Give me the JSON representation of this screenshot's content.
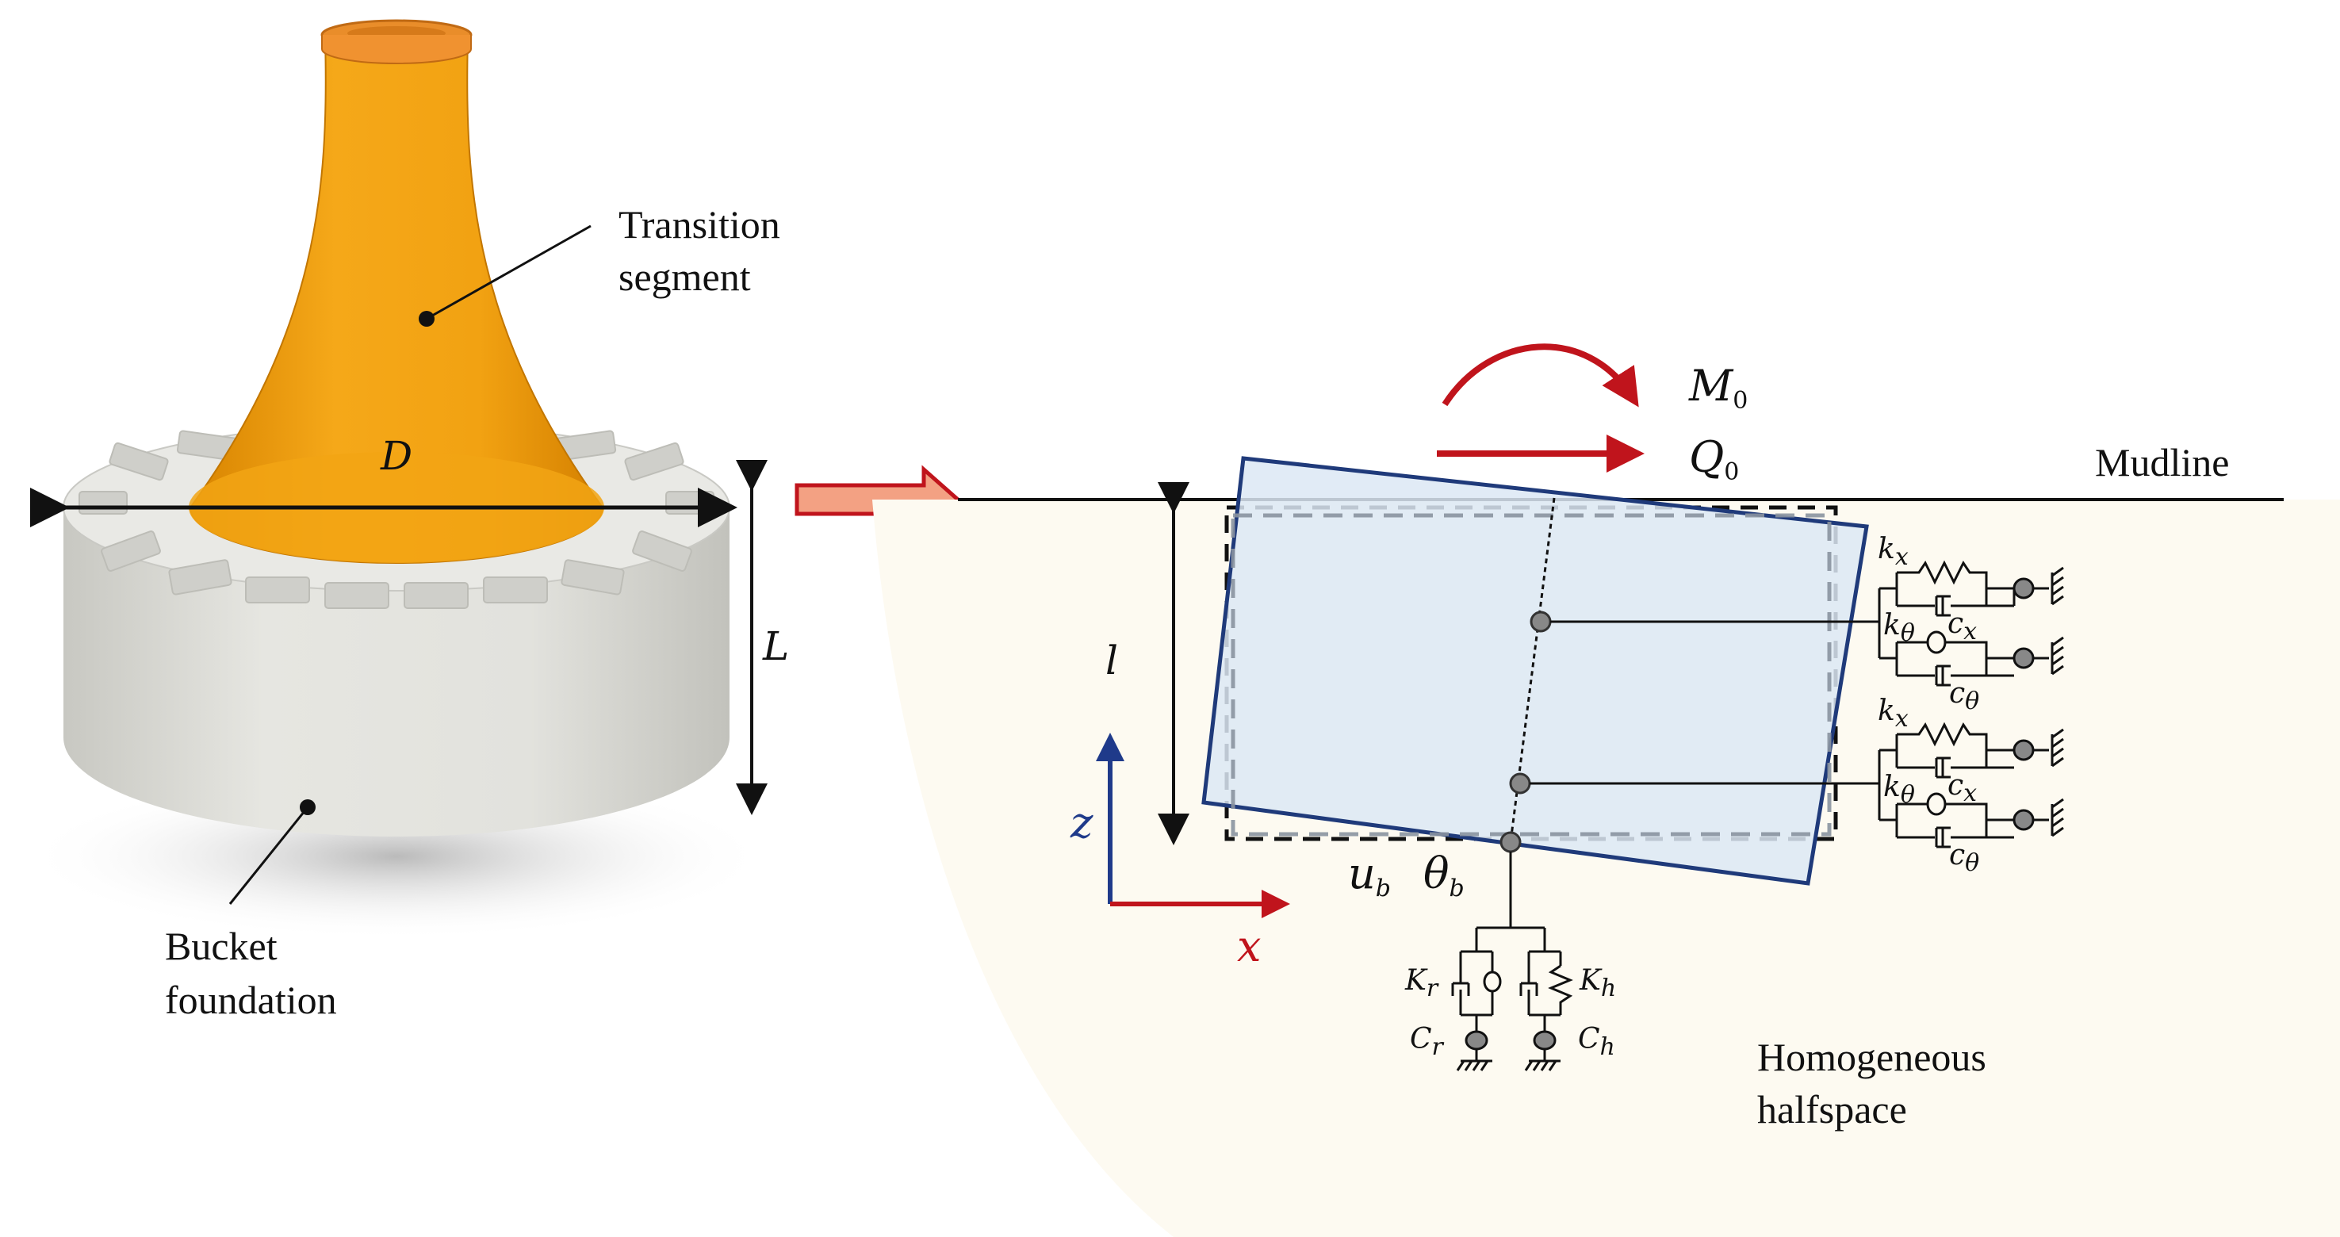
{
  "labels": {
    "transition_segment": [
      "Transition",
      "segment"
    ],
    "bucket_foundation": [
      "Bucket",
      "foundation"
    ],
    "mudline": "Mudline",
    "halfspace": [
      "Homogeneous",
      "halfspace"
    ]
  },
  "symbols": {
    "D": "D",
    "L": "L",
    "l": "l",
    "M0": "M",
    "M0_sub": "0",
    "Q0": "Q",
    "Q0_sub": "0",
    "z": "z",
    "x": "x",
    "ub": "u",
    "ub_sub": "b",
    "thetab": "θ",
    "thetab_sub": "b",
    "kx": "k",
    "kx_sub": "x",
    "cx": "c",
    "cx_sub": "x",
    "ktheta": "k",
    "ktheta_sub": "θ",
    "ctheta": "c",
    "ctheta_sub": "θ",
    "Kr": "K",
    "Kr_sub": "r",
    "Kh": "K",
    "Kh_sub": "h",
    "Cr": "C",
    "Cr_sub": "r",
    "Ch": "C",
    "Ch_sub": "h"
  },
  "colors": {
    "transition_orange": "#f0a010",
    "bucket_gray": "#dcdcd7",
    "pile_fill": "#dce8f4",
    "pile_edge": "#1f3a7a",
    "load_red": "#c0141c",
    "z_axis_blue": "#1f3a8a",
    "halfspace_fill": "#fdfaf1"
  }
}
